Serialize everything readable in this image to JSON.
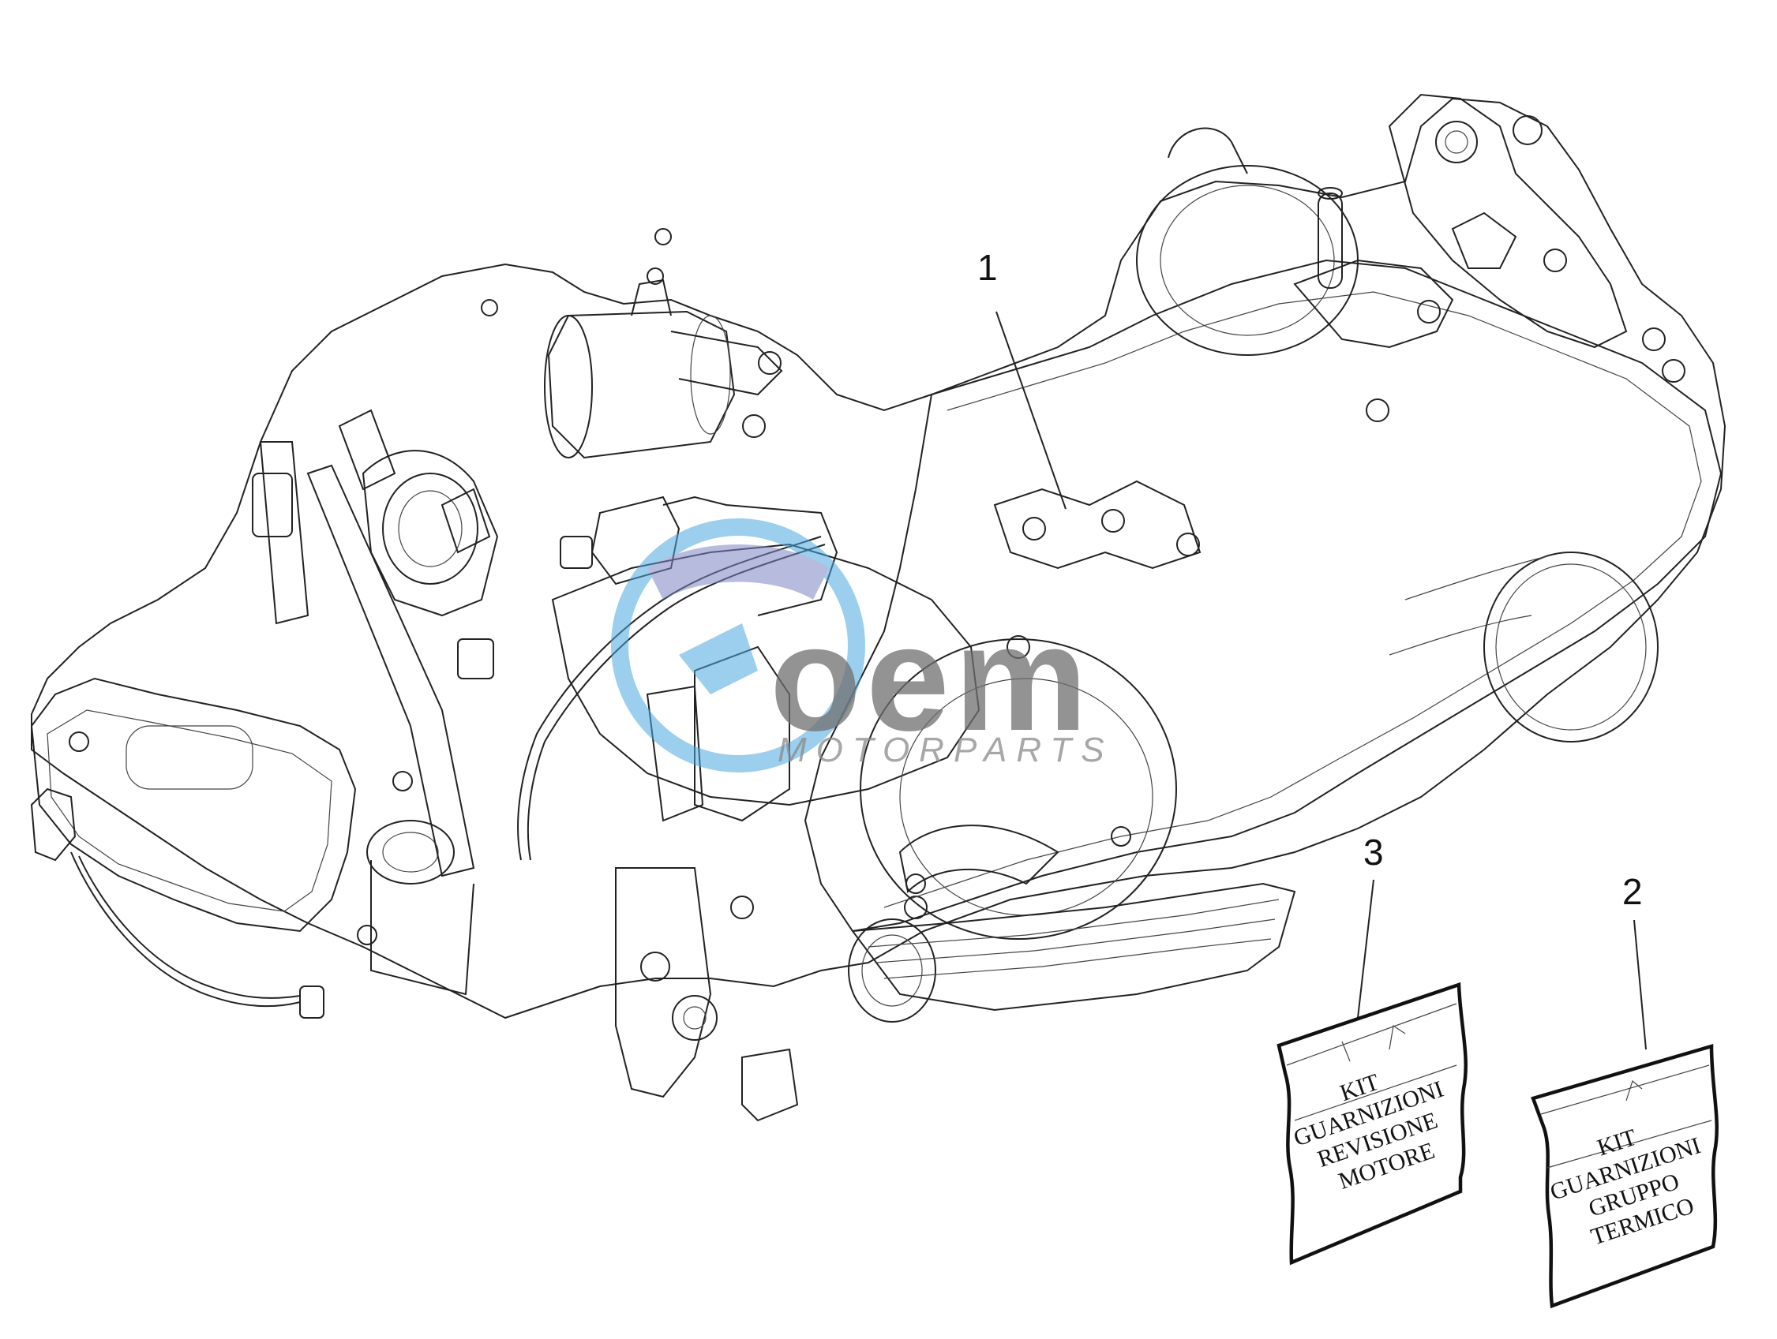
{
  "diagram": {
    "callouts": [
      {
        "id": "1",
        "label": "1"
      },
      {
        "id": "2",
        "label": "2"
      },
      {
        "id": "3",
        "label": "3"
      }
    ],
    "kit_overhaul": {
      "lines": [
        "KIT",
        "GUARNIZIONI",
        "REVISIONE",
        "MOTORE"
      ]
    },
    "kit_cylinder": {
      "lines": [
        "KIT",
        "GUARNIZIONI",
        "GRUPPO",
        "TERMICO"
      ]
    },
    "watermark": {
      "logo_text": "oem",
      "sub_text": "MOTORPARTS",
      "colors": {
        "logo_blue": "#4aa8e0",
        "logo_gray": "#6f6f6f"
      }
    }
  }
}
